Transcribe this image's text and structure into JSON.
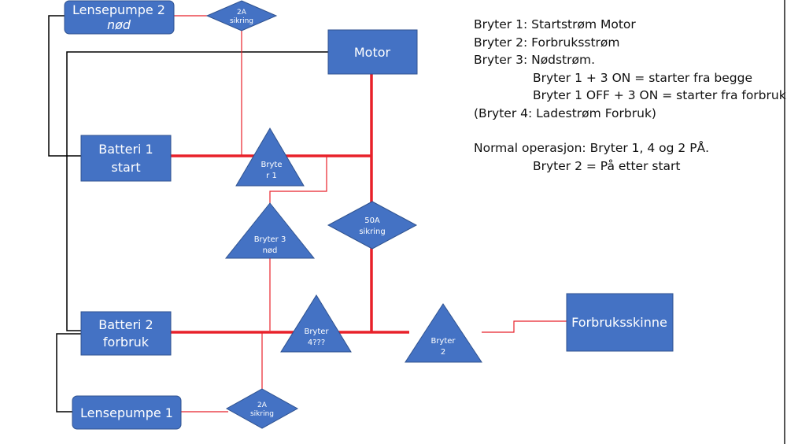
{
  "colors": {
    "box_fill": "#4472c4",
    "box_stroke": "#2f528f",
    "thin_wire": "#e8212a",
    "thick_wire": "#e8212a",
    "black_wire": "#000000"
  },
  "boxes": {
    "lensepumpe2": {
      "line1": "Lensepumpe 2",
      "line2": "nød"
    },
    "motor": {
      "label": "Motor"
    },
    "batteri1": {
      "line1": "Batteri 1",
      "line2": "start"
    },
    "batteri2": {
      "line1": "Batteri 2",
      "line2": "forbruk"
    },
    "lensepumpe1": {
      "label": "Lensepumpe 1"
    },
    "forbruksskinne": {
      "label": "Forbruksskinne"
    }
  },
  "fuses": {
    "top": {
      "line1": "2A",
      "line2": "sikring"
    },
    "middle": {
      "line1": "50A",
      "line2": "sikring"
    },
    "bottom": {
      "line1": "2A",
      "line2": "sikring"
    }
  },
  "switches": {
    "bryter1": {
      "line1": "Bryte",
      "line2": "r 1"
    },
    "bryter3": {
      "line1": "Bryter 3",
      "line2": "nød"
    },
    "bryter4": {
      "line1": "Bryter",
      "line2": "4???"
    },
    "bryter2": {
      "line1": "Bryter",
      "line2": "2"
    }
  },
  "notes": {
    "l1": "Bryter 1: Startstrøm Motor",
    "l2": "Bryter 2: Forbruksstrøm",
    "l3": "Bryter 3: Nødstrøm.",
    "l4": "Bryter 1 + 3 ON = starter fra begge",
    "l5": "Bryter 1 OFF + 3 ON = starter fra forbruk",
    "l6": "(Bryter 4: Ladestrøm Forbruk)",
    "l7": "Normal operasjon: Bryter 1, 4 og 2 PÅ.",
    "l8": "Bryter 2 = På etter start"
  }
}
